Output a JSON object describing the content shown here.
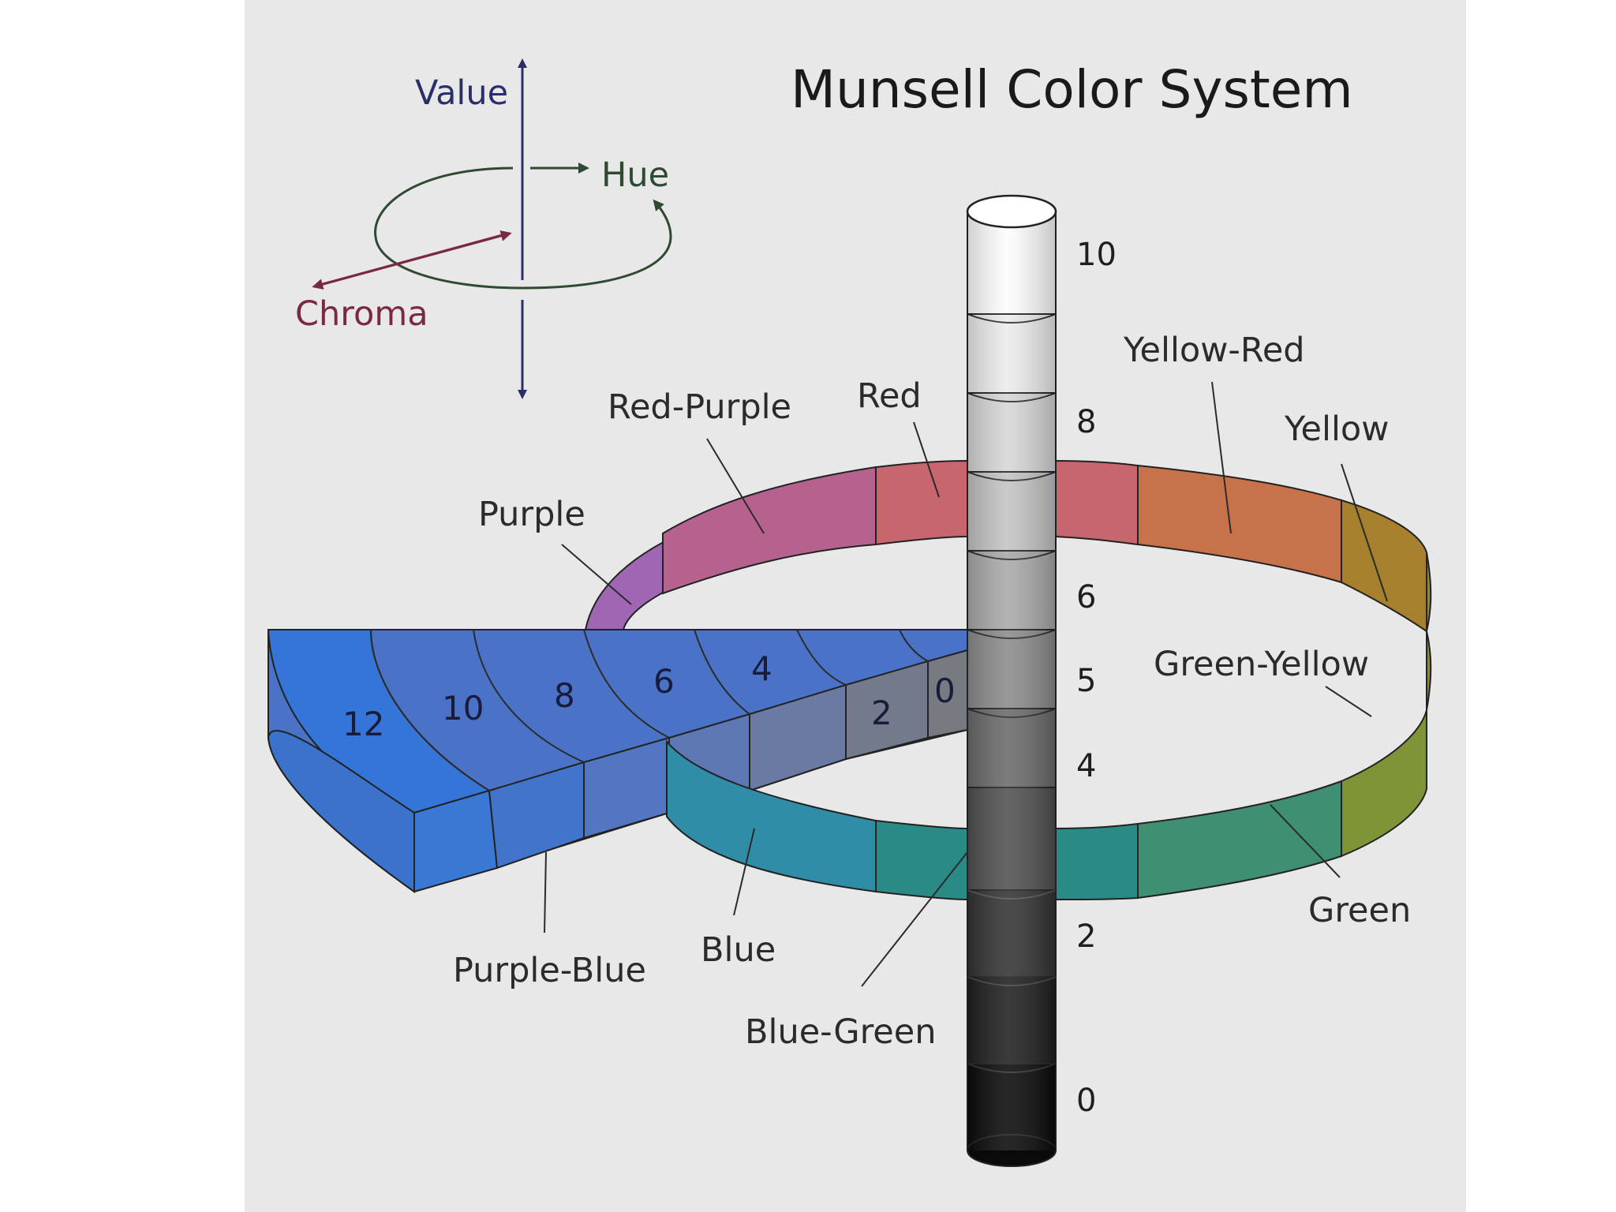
{
  "title": "Munsell Color System",
  "axes_legend": {
    "value": "Value",
    "hue": "Hue",
    "chroma": "Chroma"
  },
  "value_scale": [
    "10",
    "8",
    "6",
    "5",
    "4",
    "2",
    "0"
  ],
  "chroma_scale": [
    "12",
    "10",
    "8",
    "6",
    "4",
    "2",
    "0"
  ],
  "hues": [
    {
      "name": "Red",
      "color": "#c8666e"
    },
    {
      "name": "Yellow-Red",
      "color": "#c8724a"
    },
    {
      "name": "Yellow",
      "color": "#a6802c"
    },
    {
      "name": "Green-Yellow",
      "color": "#7f9436"
    },
    {
      "name": "Green",
      "color": "#3f9072"
    },
    {
      "name": "Blue-Green",
      "color": "#2a8b86"
    },
    {
      "name": "Blue",
      "color": "#2f8da8"
    },
    {
      "name": "Purple-Blue",
      "color": "#4a73c8"
    },
    {
      "name": "Purple",
      "color": "#a066b4"
    },
    {
      "name": "Red-Purple",
      "color": "#b7628e"
    }
  ],
  "colors": {
    "value_axis": "#2a2f6a",
    "hue_axis": "#2e4a32",
    "chroma_axis": "#7a2a40",
    "background": "#e8e8e8"
  }
}
